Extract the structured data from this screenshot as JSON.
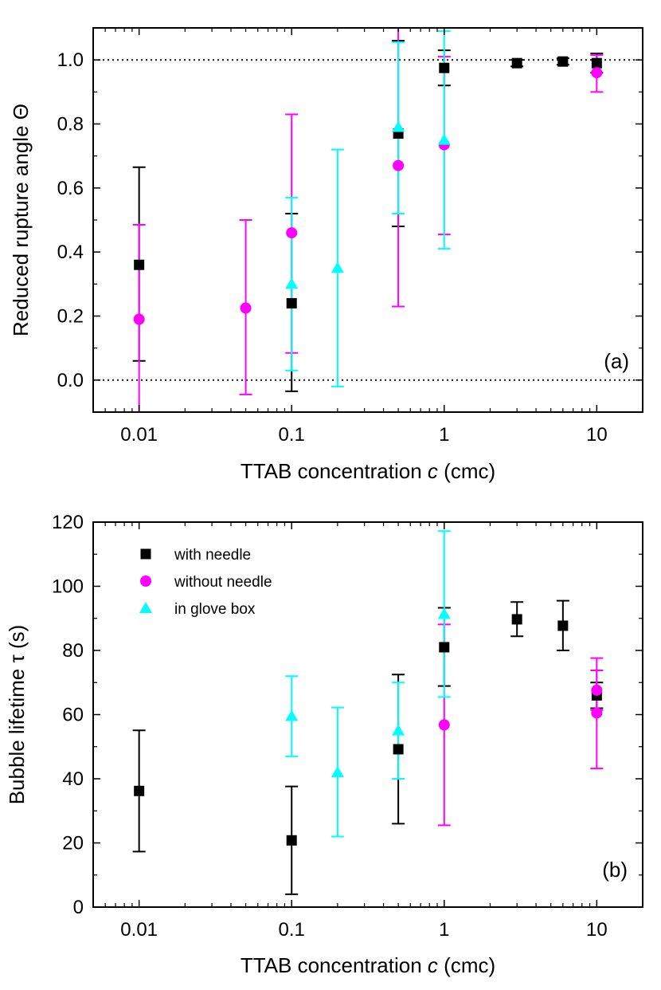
{
  "chart_data": [
    {
      "type": "scatter",
      "panel_label": "(a)",
      "xlabel": "TTAB concentration",
      "xlabel_var": "c",
      "xlabel_unit": "(cmc)",
      "ylabel": "Reduced rupture angle Θ",
      "xscale": "log",
      "xlim": [
        0.005,
        20
      ],
      "ylim": [
        -0.1,
        1.1
      ],
      "x_ticks": [
        0.01,
        0.1,
        1,
        10
      ],
      "x_tick_labels": [
        "0.01",
        "0.1",
        "1",
        "10"
      ],
      "y_ticks": [
        0,
        0.2,
        0.4,
        0.6,
        0.8,
        1.0
      ],
      "y_tick_labels": [
        "0.0",
        "0.2",
        "0.4",
        "0.6",
        "0.8",
        "1.0"
      ],
      "reference_lines": [
        0,
        1
      ],
      "grid": false,
      "series": [
        {
          "name": "with needle",
          "marker": "square",
          "color": "#000000",
          "points": [
            {
              "x": 0.01,
              "y": 0.36,
              "lo": 0.06,
              "hi": 0.665
            },
            {
              "x": 0.1,
              "y": 0.24,
              "lo": -0.035,
              "hi": 0.52
            },
            {
              "x": 0.5,
              "y": 0.77,
              "lo": 0.48,
              "hi": 1.06
            },
            {
              "x": 1,
              "y": 0.975,
              "lo": 0.92,
              "hi": 1.03
            },
            {
              "x": 3,
              "y": 0.99,
              "lo": 0.98,
              "hi": 1.0
            },
            {
              "x": 6,
              "y": 0.995,
              "lo": 0.985,
              "hi": 1.005
            },
            {
              "x": 10,
              "y": 0.99,
              "lo": 0.96,
              "hi": 1.02
            }
          ]
        },
        {
          "name": "without needle",
          "marker": "circle",
          "color": "#ff00ff",
          "points": [
            {
              "x": 0.01,
              "y": 0.19,
              "lo": -0.12,
              "hi": 0.485
            },
            {
              "x": 0.05,
              "y": 0.225,
              "lo": -0.045,
              "hi": 0.5
            },
            {
              "x": 0.1,
              "y": 0.46,
              "lo": 0.085,
              "hi": 0.83
            },
            {
              "x": 0.5,
              "y": 0.67,
              "lo": 0.23,
              "hi": 1.11
            },
            {
              "x": 1,
              "y": 0.735,
              "lo": 0.455,
              "hi": 1.01
            },
            {
              "x": 10,
              "y": 0.96,
              "lo": 0.9,
              "hi": 1.015
            }
          ]
        },
        {
          "name": "in glove box",
          "marker": "triangle",
          "color": "#00ffff",
          "points": [
            {
              "x": 0.1,
              "y": 0.3,
              "lo": 0.03,
              "hi": 0.57
            },
            {
              "x": 0.2,
              "y": 0.35,
              "lo": -0.02,
              "hi": 0.72
            },
            {
              "x": 0.5,
              "y": 0.79,
              "lo": 0.52,
              "hi": 1.055
            },
            {
              "x": 1,
              "y": 0.75,
              "lo": 0.41,
              "hi": 1.09
            }
          ]
        }
      ]
    },
    {
      "type": "scatter",
      "panel_label": "(b)",
      "xlabel": "TTAB concentration",
      "xlabel_var": "c",
      "xlabel_unit": "(cmc)",
      "ylabel": "Bubble lifetime τ (s)",
      "xscale": "log",
      "xlim": [
        0.005,
        20
      ],
      "ylim": [
        0,
        120
      ],
      "x_ticks": [
        0.01,
        0.1,
        1,
        10
      ],
      "x_tick_labels": [
        "0.01",
        "0.1",
        "1",
        "10"
      ],
      "y_ticks": [
        0,
        20,
        40,
        60,
        80,
        100,
        120
      ],
      "y_tick_labels": [
        "0",
        "20",
        "40",
        "60",
        "80",
        "100",
        "120"
      ],
      "grid": false,
      "legend": {
        "position": "top-left",
        "entries": [
          "with needle",
          "without needle",
          "in glove box"
        ]
      },
      "series": [
        {
          "name": "with needle",
          "marker": "square",
          "color": "#000000",
          "points": [
            {
              "x": 0.01,
              "y": 36.2,
              "lo": 17.3,
              "hi": 55.1
            },
            {
              "x": 0.1,
              "y": 20.8,
              "lo": 4.0,
              "hi": 37.6
            },
            {
              "x": 0.5,
              "y": 49.2,
              "lo": 26.0,
              "hi": 72.5
            },
            {
              "x": 1,
              "y": 81.0,
              "lo": 68.9,
              "hi": 93.3
            },
            {
              "x": 3,
              "y": 89.7,
              "lo": 84.4,
              "hi": 95.1
            },
            {
              "x": 6,
              "y": 87.7,
              "lo": 80.0,
              "hi": 95.5
            },
            {
              "x": 10,
              "y": 66.0,
              "lo": 62.0,
              "hi": 70.0
            }
          ]
        },
        {
          "name": "without needle",
          "marker": "circle",
          "color": "#ff00ff",
          "points": [
            {
              "x": 1,
              "y": 56.8,
              "lo": 25.5,
              "hi": 88.1
            },
            {
              "x": 10,
              "y": 60.5,
              "lo": 43.2,
              "hi": 77.6
            },
            {
              "x": 10,
              "y": 67.6,
              "lo": 61.4,
              "hi": 73.8
            }
          ]
        },
        {
          "name": "in glove box",
          "marker": "triangle",
          "color": "#00ffff",
          "points": [
            {
              "x": 0.1,
              "y": 59.5,
              "lo": 47.0,
              "hi": 72.0
            },
            {
              "x": 0.2,
              "y": 42.0,
              "lo": 22.0,
              "hi": 62.2
            },
            {
              "x": 0.5,
              "y": 55.0,
              "lo": 40.0,
              "hi": 70.0
            },
            {
              "x": 1,
              "y": 91.3,
              "lo": 65.5,
              "hi": 117.2
            }
          ]
        }
      ]
    }
  ]
}
